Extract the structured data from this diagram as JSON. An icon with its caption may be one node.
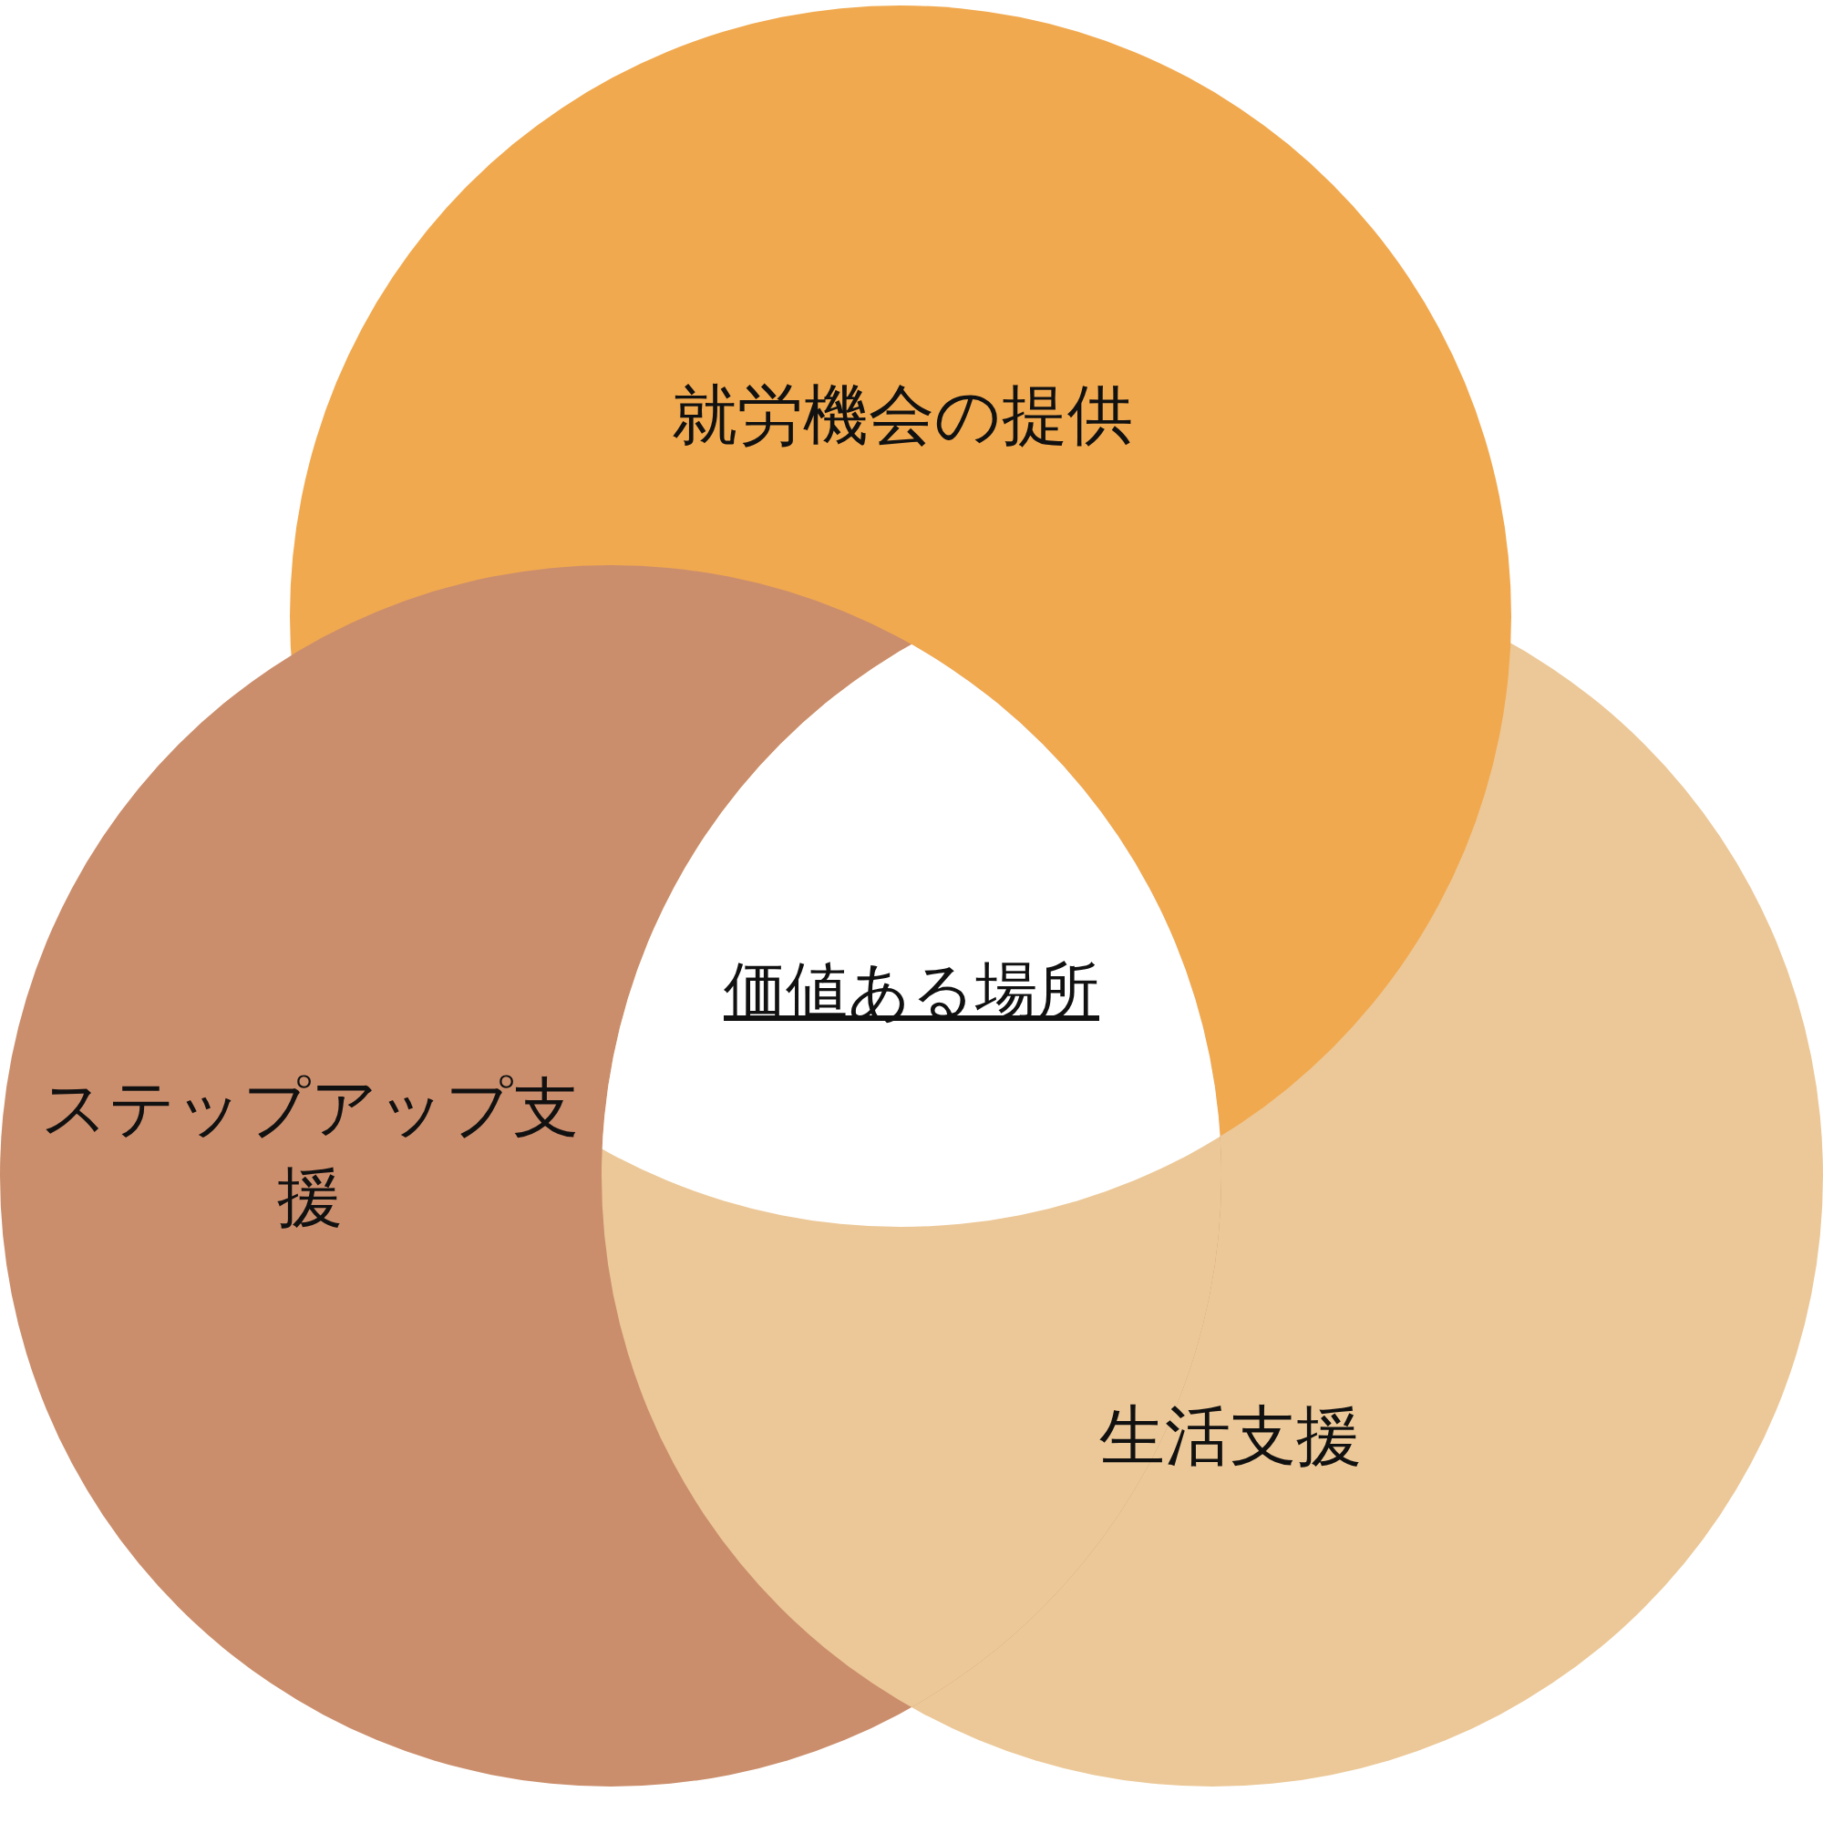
{
  "diagram": {
    "nodes": [
      {
        "text": [
          "就労機会の提供"
        ]
      },
      {
        "text": [
          "ステップアップ支援"
        ]
      },
      {
        "text": [
          "生活支援"
        ]
      }
    ],
    "labels": [
      "価値ある場所"
    ]
  }
}
